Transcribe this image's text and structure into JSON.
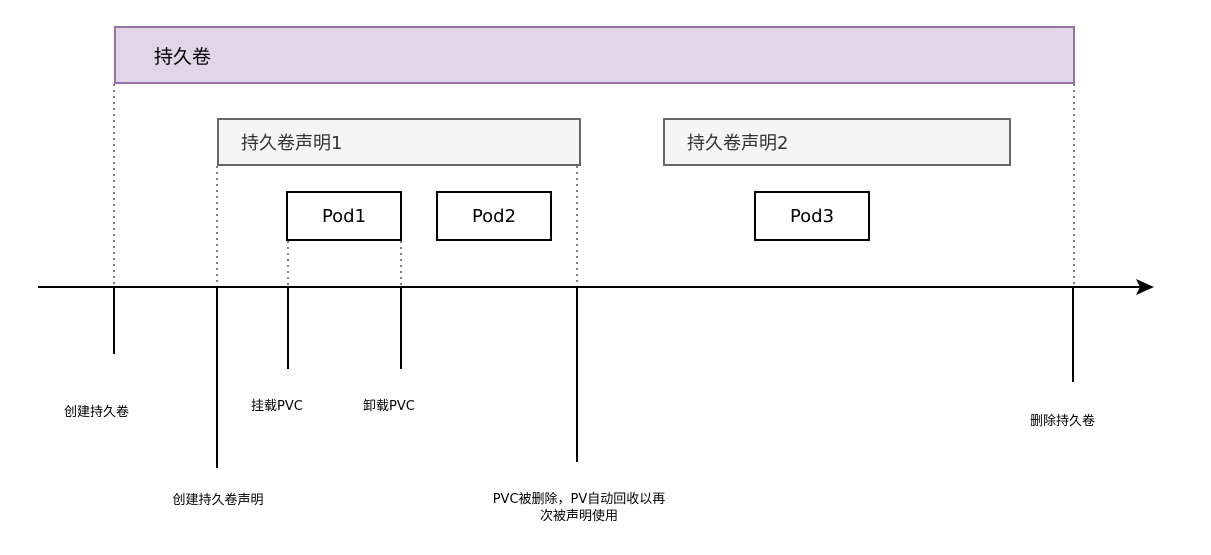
{
  "persistent_volume": {
    "label": "持久卷"
  },
  "claims": [
    {
      "label": "持久卷声明1"
    },
    {
      "label": "持久卷声明2"
    }
  ],
  "pods": [
    {
      "label": "Pod1"
    },
    {
      "label": "Pod2"
    },
    {
      "label": "Pod3"
    }
  ],
  "events": {
    "create_pv": "创建持久卷",
    "create_pvc": "创建持久卷声明",
    "mount": "挂载PVC",
    "unmount": "卸载PVC",
    "pvc_deleted": "PVC被删除，PV自动回收以再次被声明使用",
    "delete_pv": "删除持久卷"
  },
  "colors": {
    "pv_fill": "#e1d5e7",
    "pv_stroke": "#9673a6",
    "pvc_fill": "#f5f5f5",
    "pvc_stroke": "#666666"
  }
}
